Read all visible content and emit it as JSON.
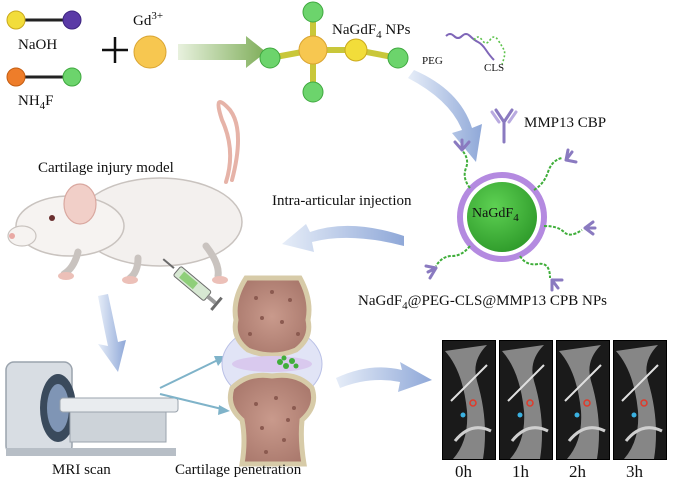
{
  "reagents": {
    "naoh": "NaOH",
    "nh4f_main": "NH",
    "nh4f_sub": "4",
    "nh4f_end": "F",
    "gd_main": "Gd",
    "gd_sup": "3+"
  },
  "nanoparticle": {
    "np_label_main": "NaGdF",
    "np_label_sub": "4",
    "np_label_end": " NPs",
    "peg": "PEG",
    "cls": "CLS",
    "mmp13": "MMP13 CBP",
    "core_main": "NaGdF",
    "core_sub": "4",
    "final_main": "NaGdF",
    "final_sub": "4",
    "final_end": "@PEG-CLS@MMP13 CPB NPs"
  },
  "process": {
    "injury_model": "Cartilage injury model",
    "injection": "Intra-articular injection",
    "mri_scan": "MRI scan",
    "penetration": "Cartilage penetration"
  },
  "timepoints": [
    "0h",
    "1h",
    "2h",
    "3h"
  ],
  "colors": {
    "naoh_yellow": "#f2dd3a",
    "naoh_purple": "#5a3aa6",
    "nh4f_orange": "#ee7d2a",
    "green_node": "#6cd46c",
    "gd_gold": "#f7c750",
    "core_green": "#3fb43a",
    "shell_purple": "#b48ae0",
    "arrow_blue": "#9fb6e0",
    "arrow_green": "#8fbf6a"
  }
}
